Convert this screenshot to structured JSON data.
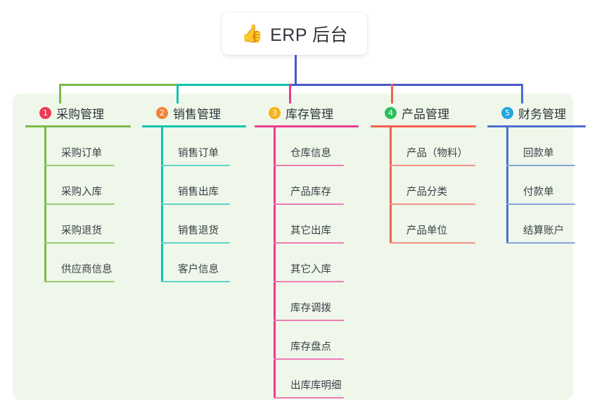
{
  "root": {
    "emoji": "👍",
    "emoji_name": "thumbs-up-emoji",
    "title": "ERP 后台"
  },
  "palette": {
    "panel_bg": "#eef7ea",
    "page_bg": "#ffffff",
    "root_stem": "#4a56c8",
    "text": "#3a3f45"
  },
  "columns": [
    {
      "index": "1",
      "title": "采购管理",
      "badge_color": "#ec3b56",
      "line_color": "#7cb94b",
      "leaf_line_color": "#9ccb75",
      "items": [
        "采购订单",
        "采购入库",
        "采购退货",
        "供应商信息"
      ]
    },
    {
      "index": "2",
      "title": "销售管理",
      "badge_color": "#f08437",
      "line_color": "#0fc5ad",
      "leaf_line_color": "#63d2c4",
      "items": [
        "销售订单",
        "销售出库",
        "销售退货",
        "客户信息"
      ]
    },
    {
      "index": "3",
      "title": "库存管理",
      "badge_color": "#f6b319",
      "line_color": "#ed3b8d",
      "leaf_line_color": "#f07bb4",
      "items": [
        "仓库信息",
        "产品库存",
        "其它出库",
        "其它入库",
        "库存调拨",
        "库存盘点",
        "出库库明细"
      ]
    },
    {
      "index": "4",
      "title": "产品管理",
      "badge_color": "#2bbf5e",
      "line_color": "#f4604f",
      "leaf_line_color": "#f49186",
      "items": [
        "产品（物料）",
        "产品分类",
        "产品单位"
      ]
    },
    {
      "index": "5",
      "title": "财务管理",
      "badge_color": "#22a5e0",
      "line_color": "#4a6fd0",
      "leaf_line_color": "#8aa2e0",
      "items": [
        "回款单",
        "付款单",
        "结算账户"
      ]
    }
  ],
  "diagram_data": {
    "type": "mindmap-tree",
    "root_label": "ERP 后台",
    "branch_count": 5,
    "total_leaves": 21,
    "orientation": "top-down"
  }
}
